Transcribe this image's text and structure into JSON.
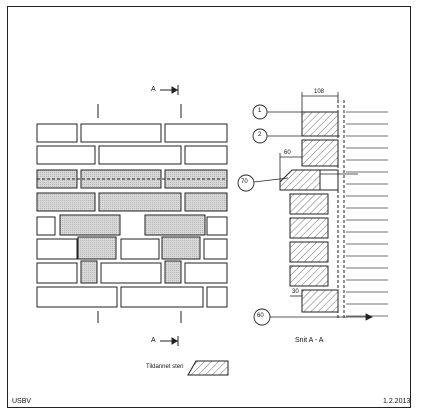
{
  "drawing": {
    "section_marker_top": "A",
    "section_marker_bottom": "A",
    "section_title": "Snit A - A",
    "dimensions": {
      "width": "108",
      "ledge": "60",
      "gap": "30"
    },
    "callouts": [
      "1",
      "2",
      "70",
      "60"
    ],
    "legend_label": "Tildannet sten",
    "company": "USBV",
    "date": "1.2.2013"
  }
}
